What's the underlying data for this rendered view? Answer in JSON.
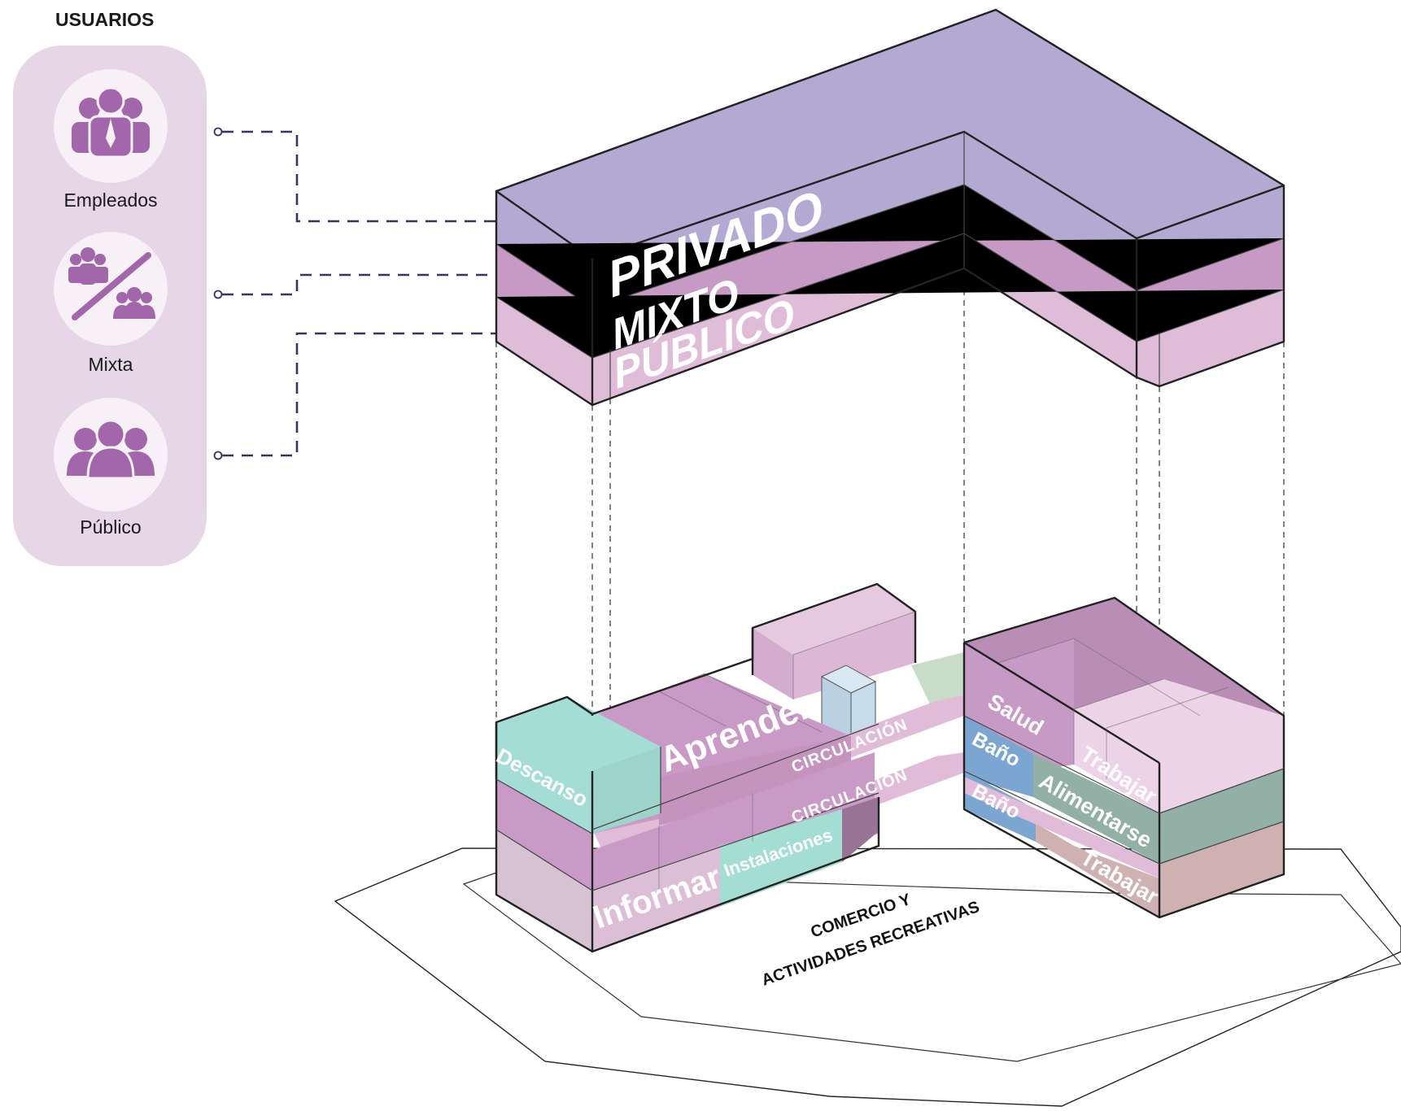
{
  "legend": {
    "title": "USUARIOS",
    "items": [
      {
        "key": "empleados",
        "label": "Empleados",
        "icon": "employees-icon"
      },
      {
        "key": "mixta",
        "label": "Mixta",
        "icon": "mixed-users-icon"
      },
      {
        "key": "publico",
        "label": "Público",
        "icon": "public-group-icon"
      }
    ]
  },
  "upper_block": {
    "layers": [
      {
        "key": "privado",
        "label": "PRIVADO",
        "color": "#b4a9d2"
      },
      {
        "key": "mixto",
        "label": "MIXTO",
        "color": "#c79ac6"
      },
      {
        "key": "publico",
        "label": "PÚBLICO",
        "color": "#dfbdd9"
      }
    ]
  },
  "lower_block": {
    "spaces": {
      "descanso": "Descanso",
      "aprender": "Aprender",
      "circulacion_upper": "CIRCULACIÓN",
      "circulacion_lower": "CIRCULACIÓN",
      "instalaciones": "Instalaciones",
      "informar": "Informar",
      "salud": "Salud",
      "bano_upper": "Baño",
      "bano_lower": "Baño",
      "alimentarse": "Alimentarse",
      "trabajar_upper": "Trabajar",
      "trabajar_lower": "Trabajar"
    },
    "colors": {
      "descanso": "#a3ddd5",
      "aprender": "#c99ac5",
      "circulacion": "#e1bcd9",
      "instalaciones": "#a4ddd2",
      "informar": "#dcbfd7",
      "salud": "#c79ac6",
      "bano": "#7aa6d1",
      "alimentarse": "#92b0a6",
      "trabajar": "#ecd3e8",
      "trabajar_lower": "#cfb1b2",
      "vertical_core": "#c6dceb"
    }
  },
  "ground": {
    "label_line1": "COMERCIO Y",
    "label_line2": "ACTIVIDADES RECREATIVAS"
  }
}
